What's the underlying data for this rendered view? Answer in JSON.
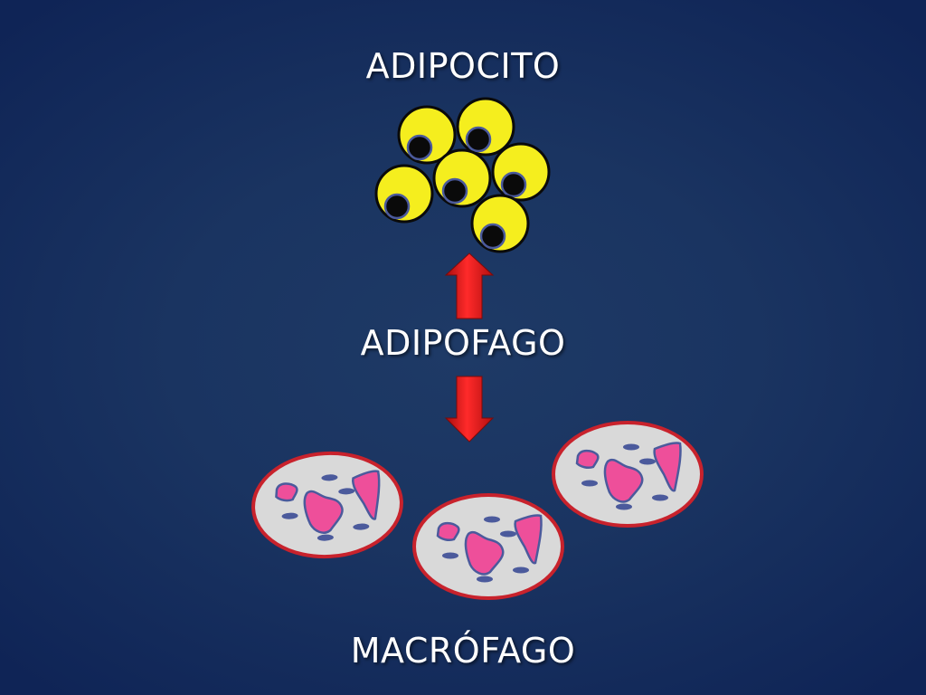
{
  "labels": {
    "top": "ADIPOCITO",
    "middle": "ADIPOFAGO",
    "bottom": "MACRÓFAGO"
  },
  "colors": {
    "background": "#1a3461",
    "adipocyte_fill": "#f5ee1e",
    "adipocyte_nucleus": "#0a0a0a",
    "arrow": "#e41e1e",
    "macrophage_fill": "#d9d9d9",
    "macrophage_border": "#c8222c",
    "granule_fill": "#ee4f9a",
    "granule_stroke": "#4b5a9c",
    "vesicle": "#4b5a9c"
  },
  "icons": {
    "adipocyte_cluster": "yellow-fat-cell-cluster",
    "arrow_up": "red-arrow-up",
    "arrow_down": "red-arrow-down",
    "macrophage": "macrophage-cell"
  }
}
